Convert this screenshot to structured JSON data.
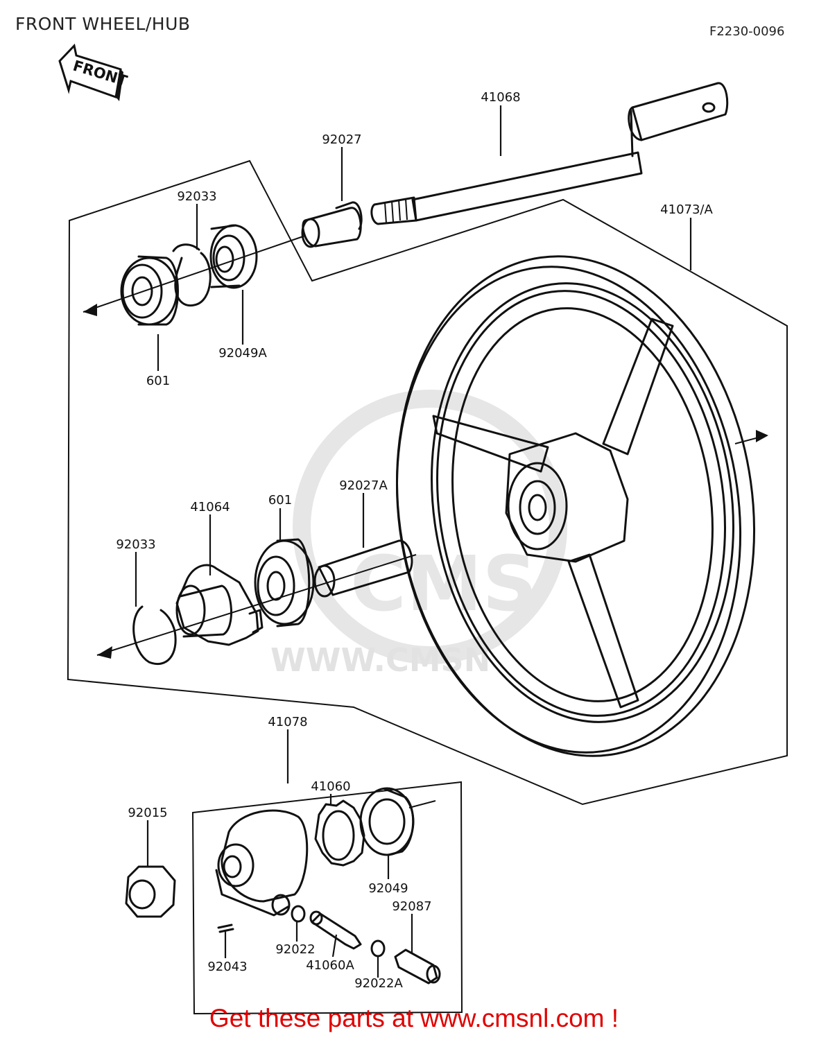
{
  "header": {
    "title": "FRONT WHEEL/HUB",
    "figure_code": "F2230-0096",
    "front_arrow_label": "FRONT"
  },
  "watermark": {
    "text": "WWW.CMSN",
    "logo_text": "CMS"
  },
  "parts": [
    {
      "id": "p41068",
      "label": "41068"
    },
    {
      "id": "p92027",
      "label": "92027"
    },
    {
      "id": "p92033_top",
      "label": "92033"
    },
    {
      "id": "p41073",
      "label": "41073/A"
    },
    {
      "id": "p601_top",
      "label": "601"
    },
    {
      "id": "p92049A",
      "label": "92049A"
    },
    {
      "id": "p41064",
      "label": "41064"
    },
    {
      "id": "p601_mid",
      "label": "601"
    },
    {
      "id": "p92027A",
      "label": "92027A"
    },
    {
      "id": "p92033_mid",
      "label": "92033"
    },
    {
      "id": "p41078",
      "label": "41078"
    },
    {
      "id": "p41060",
      "label": "41060"
    },
    {
      "id": "p92015",
      "label": "92015"
    },
    {
      "id": "p92049",
      "label": "92049"
    },
    {
      "id": "p92087",
      "label": "92087"
    },
    {
      "id": "p92022",
      "label": "92022"
    },
    {
      "id": "p41060A",
      "label": "41060A"
    },
    {
      "id": "p92043",
      "label": "92043"
    },
    {
      "id": "p92022A",
      "label": "92022A"
    }
  ],
  "footer": {
    "cta": "Get these parts at www.cmsnl.com !"
  },
  "colors": {
    "ink": "#111111",
    "footer": "#e10000",
    "watermark": "#e2e2e2"
  }
}
